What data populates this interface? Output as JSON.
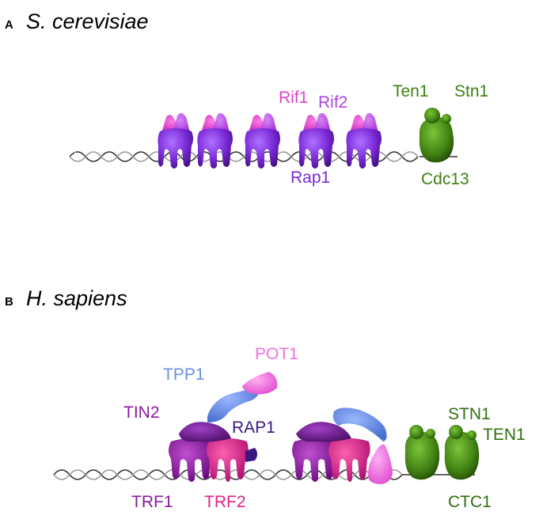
{
  "panels": [
    {
      "letter": "A",
      "title": "S. cerevisiae",
      "labels": {
        "rif1": "Rif1",
        "rif2": "Rif2",
        "rap1": "Rap1",
        "ten1": "Ten1",
        "stn1": "Stn1",
        "cdc13": "Cdc13"
      }
    },
    {
      "letter": "B",
      "title": "H. sapiens",
      "labels": {
        "pot1": "POT1",
        "tpp1": "TPP1",
        "tin2": "TIN2",
        "rap1": "RAP1",
        "stn1": "STN1",
        "ten1": "TEN1",
        "trf1": "TRF1",
        "trf2": "TRF2",
        "ctc1": "CTC1"
      }
    }
  ],
  "colors": {
    "rif1": "#e040c8",
    "rif2": "#b040e0",
    "rap1": "#7a2ad8",
    "cst_yeast": "#3f7f12",
    "pot1": "#f070e0",
    "tpp1": "#6a8fe0",
    "tin2": "#8a1aa0",
    "rap1_human": "#3a1880",
    "trf1": "#8a1aa0",
    "trf2": "#e0208a",
    "cst_human": "#2f7010"
  }
}
